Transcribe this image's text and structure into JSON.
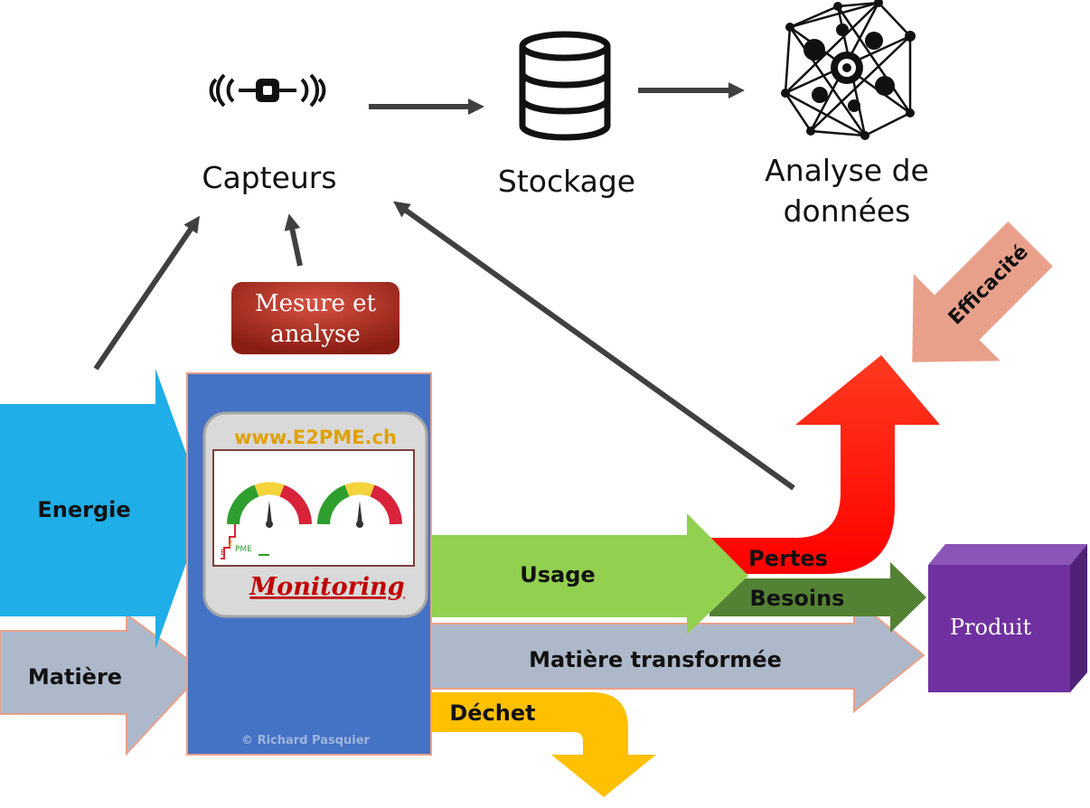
{
  "top_flow": {
    "sensors_label": "Capteurs",
    "storage_label": "Stockage",
    "analysis_label_line1": "Analyse de",
    "analysis_label_line2": "données"
  },
  "measure_box": {
    "line1": "Mesure et",
    "line2": "analyse",
    "color": "#a4281e"
  },
  "monitoring_panel": {
    "website": "www.E2PME.ch",
    "title": "Monitoring",
    "logo_text": "E2PME",
    "copyright": "© Richard Pasquier",
    "panel_color": "#4472c4"
  },
  "flows": {
    "energy": "Energie",
    "matter": "Matière",
    "usage": "Usage",
    "losses": "Pertes",
    "needs": "Besoins",
    "transformed_matter": "Matière transformée",
    "waste": "Déchet",
    "efficiency": "Efficacité",
    "product": "Produit"
  },
  "colors": {
    "energy": "#1faee8",
    "matter": "#adb9ca",
    "usage": "#92d050",
    "losses": "#ff0000",
    "needs": "#548235",
    "waste": "#ffc000",
    "efficiency": "#e9a08a",
    "product": "#7030a0",
    "connector": "#404040"
  },
  "icons": [
    "sensor-icon",
    "database-icon",
    "network-icon"
  ]
}
